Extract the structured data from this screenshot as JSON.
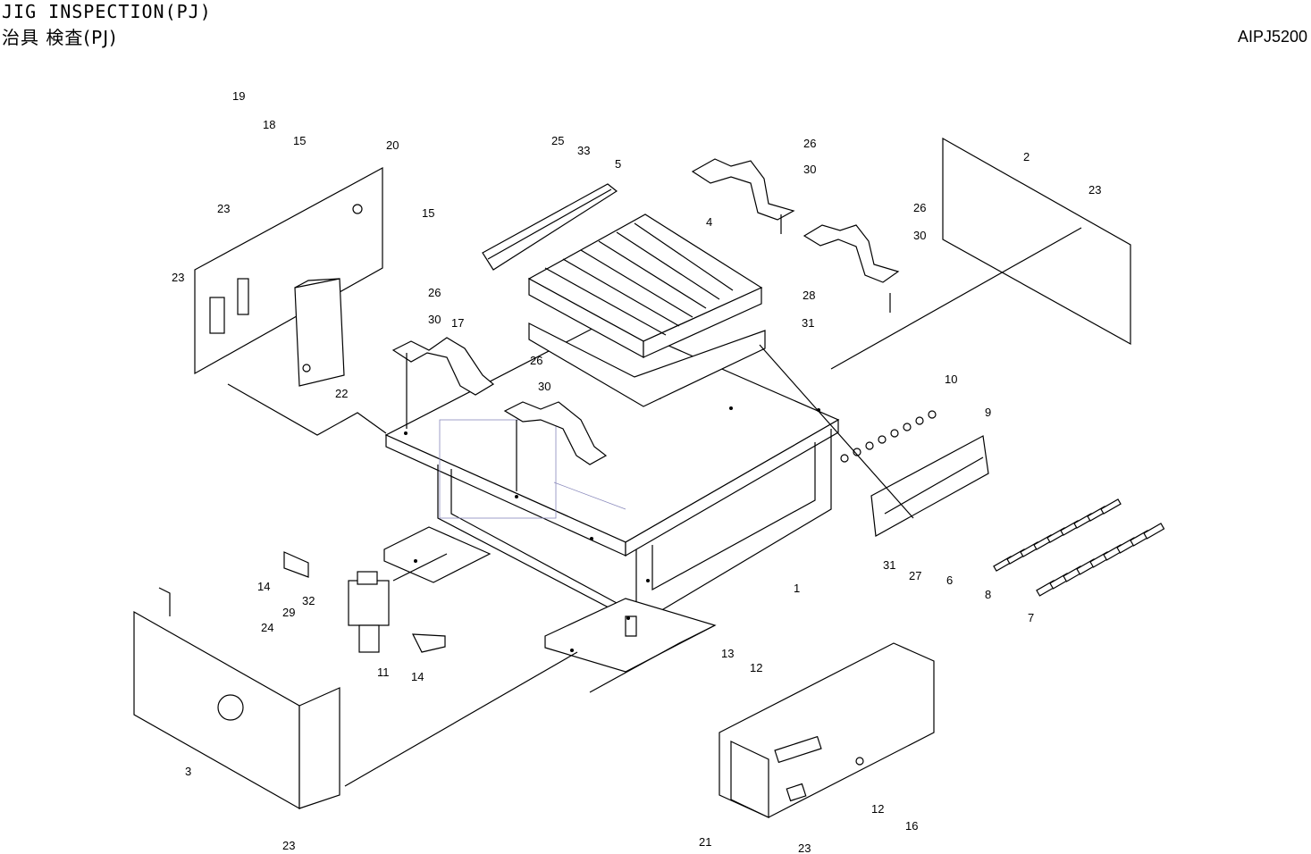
{
  "header": {
    "title_en": "JIG INSPECTION(PJ)",
    "title_jp": "治具 検査(PJ)",
    "drawing_code": "AIPJ5200"
  },
  "callouts": [
    {
      "id": "c19",
      "label": "19"
    },
    {
      "id": "c18",
      "label": "18"
    },
    {
      "id": "c15a",
      "label": "15"
    },
    {
      "id": "c20",
      "label": "20"
    },
    {
      "id": "c15b",
      "label": "15"
    },
    {
      "id": "c23a",
      "label": "23"
    },
    {
      "id": "c23b",
      "label": "23"
    },
    {
      "id": "c22",
      "label": "22"
    },
    {
      "id": "c26a",
      "label": "26"
    },
    {
      "id": "c30a",
      "label": "30"
    },
    {
      "id": "c17",
      "label": "17"
    },
    {
      "id": "c26b",
      "label": "26"
    },
    {
      "id": "c30b",
      "label": "30"
    },
    {
      "id": "c25",
      "label": "25"
    },
    {
      "id": "c33",
      "label": "33"
    },
    {
      "id": "c5",
      "label": "5"
    },
    {
      "id": "c4",
      "label": "4"
    },
    {
      "id": "c26c",
      "label": "26"
    },
    {
      "id": "c30c",
      "label": "30"
    },
    {
      "id": "c26d",
      "label": "26"
    },
    {
      "id": "c30d",
      "label": "30"
    },
    {
      "id": "c28",
      "label": "28"
    },
    {
      "id": "c31a",
      "label": "31"
    },
    {
      "id": "c2",
      "label": "2"
    },
    {
      "id": "c23c",
      "label": "23"
    },
    {
      "id": "c10",
      "label": "10"
    },
    {
      "id": "c9",
      "label": "9"
    },
    {
      "id": "c1",
      "label": "1"
    },
    {
      "id": "c31b",
      "label": "31"
    },
    {
      "id": "c27",
      "label": "27"
    },
    {
      "id": "c6",
      "label": "6"
    },
    {
      "id": "c8",
      "label": "8"
    },
    {
      "id": "c7",
      "label": "7"
    },
    {
      "id": "c14a",
      "label": "14"
    },
    {
      "id": "c32",
      "label": "32"
    },
    {
      "id": "c29",
      "label": "29"
    },
    {
      "id": "c24",
      "label": "24"
    },
    {
      "id": "c11",
      "label": "11"
    },
    {
      "id": "c14b",
      "label": "14"
    },
    {
      "id": "c13",
      "label": "13"
    },
    {
      "id": "c12a",
      "label": "12"
    },
    {
      "id": "c12b",
      "label": "12"
    },
    {
      "id": "c16",
      "label": "16"
    },
    {
      "id": "c3",
      "label": "3"
    },
    {
      "id": "c23d",
      "label": "23"
    },
    {
      "id": "c21",
      "label": "21"
    },
    {
      "id": "c23e",
      "label": "23"
    }
  ]
}
